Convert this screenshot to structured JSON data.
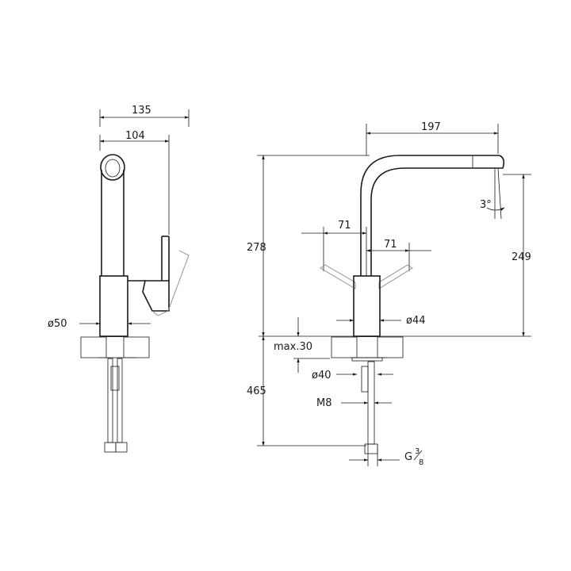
{
  "side_view": {
    "dim_total_depth": "135",
    "dim_spout_depth": "104",
    "dim_base_diameter": "ø50"
  },
  "front_view": {
    "dim_spout_reach": "197",
    "dim_total_height": "278",
    "dim_spout_height": "249",
    "dim_lever_left": "71",
    "dim_lever_right": "71",
    "dim_angle": "3°",
    "dim_body_diameter": "ø44",
    "dim_max_thickness": "max.30",
    "dim_hole_diameter": "ø40",
    "dim_hose_length": "465",
    "dim_thread": "M8",
    "dim_connection_prefix": "G",
    "dim_connection_num": "3",
    "dim_connection_den": "8"
  },
  "colors": {
    "line": "#1a1a1a",
    "ghost": "#8a8a8a"
  }
}
